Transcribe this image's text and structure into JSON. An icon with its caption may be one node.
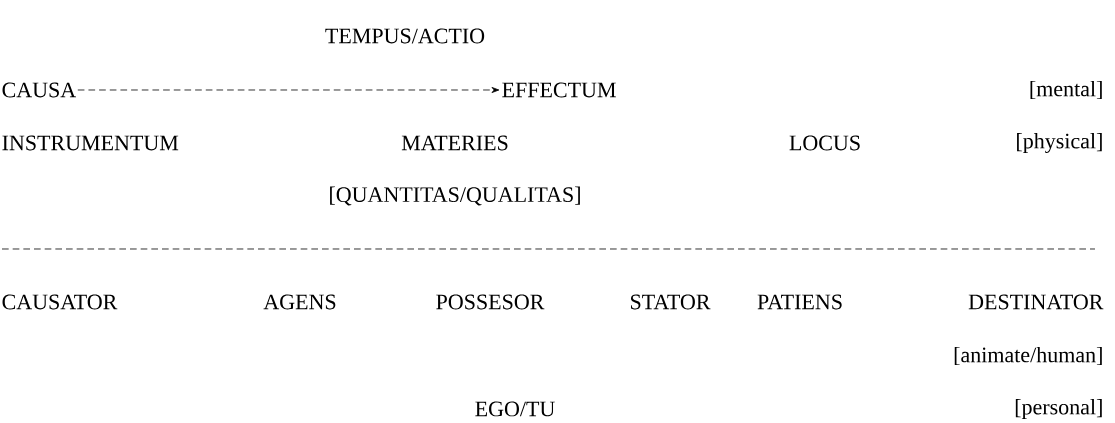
{
  "diagram": {
    "nodes": [
      {
        "text": [
          "CAUSA"
        ]
      },
      {
        "text": [
          "EFFECTUM"
        ]
      }
    ],
    "edges": [
      {
        "from": 0,
        "to": 1,
        "arrow": "to",
        "style": "dashed"
      }
    ],
    "labels": [
      "TEMPUS/ACTIO",
      "[mental]",
      "INSTRUMENTUM",
      "MATERIES",
      "LOCUS",
      "[physical]",
      "[QUANTITAS/QUALITAS]",
      "CAUSATOR",
      "AGENS",
      "POSSESOR",
      "STATOR",
      "PATIENS",
      "DESTINATOR",
      "[animate/human]",
      "EGO/TU",
      "[personal]"
    ]
  }
}
